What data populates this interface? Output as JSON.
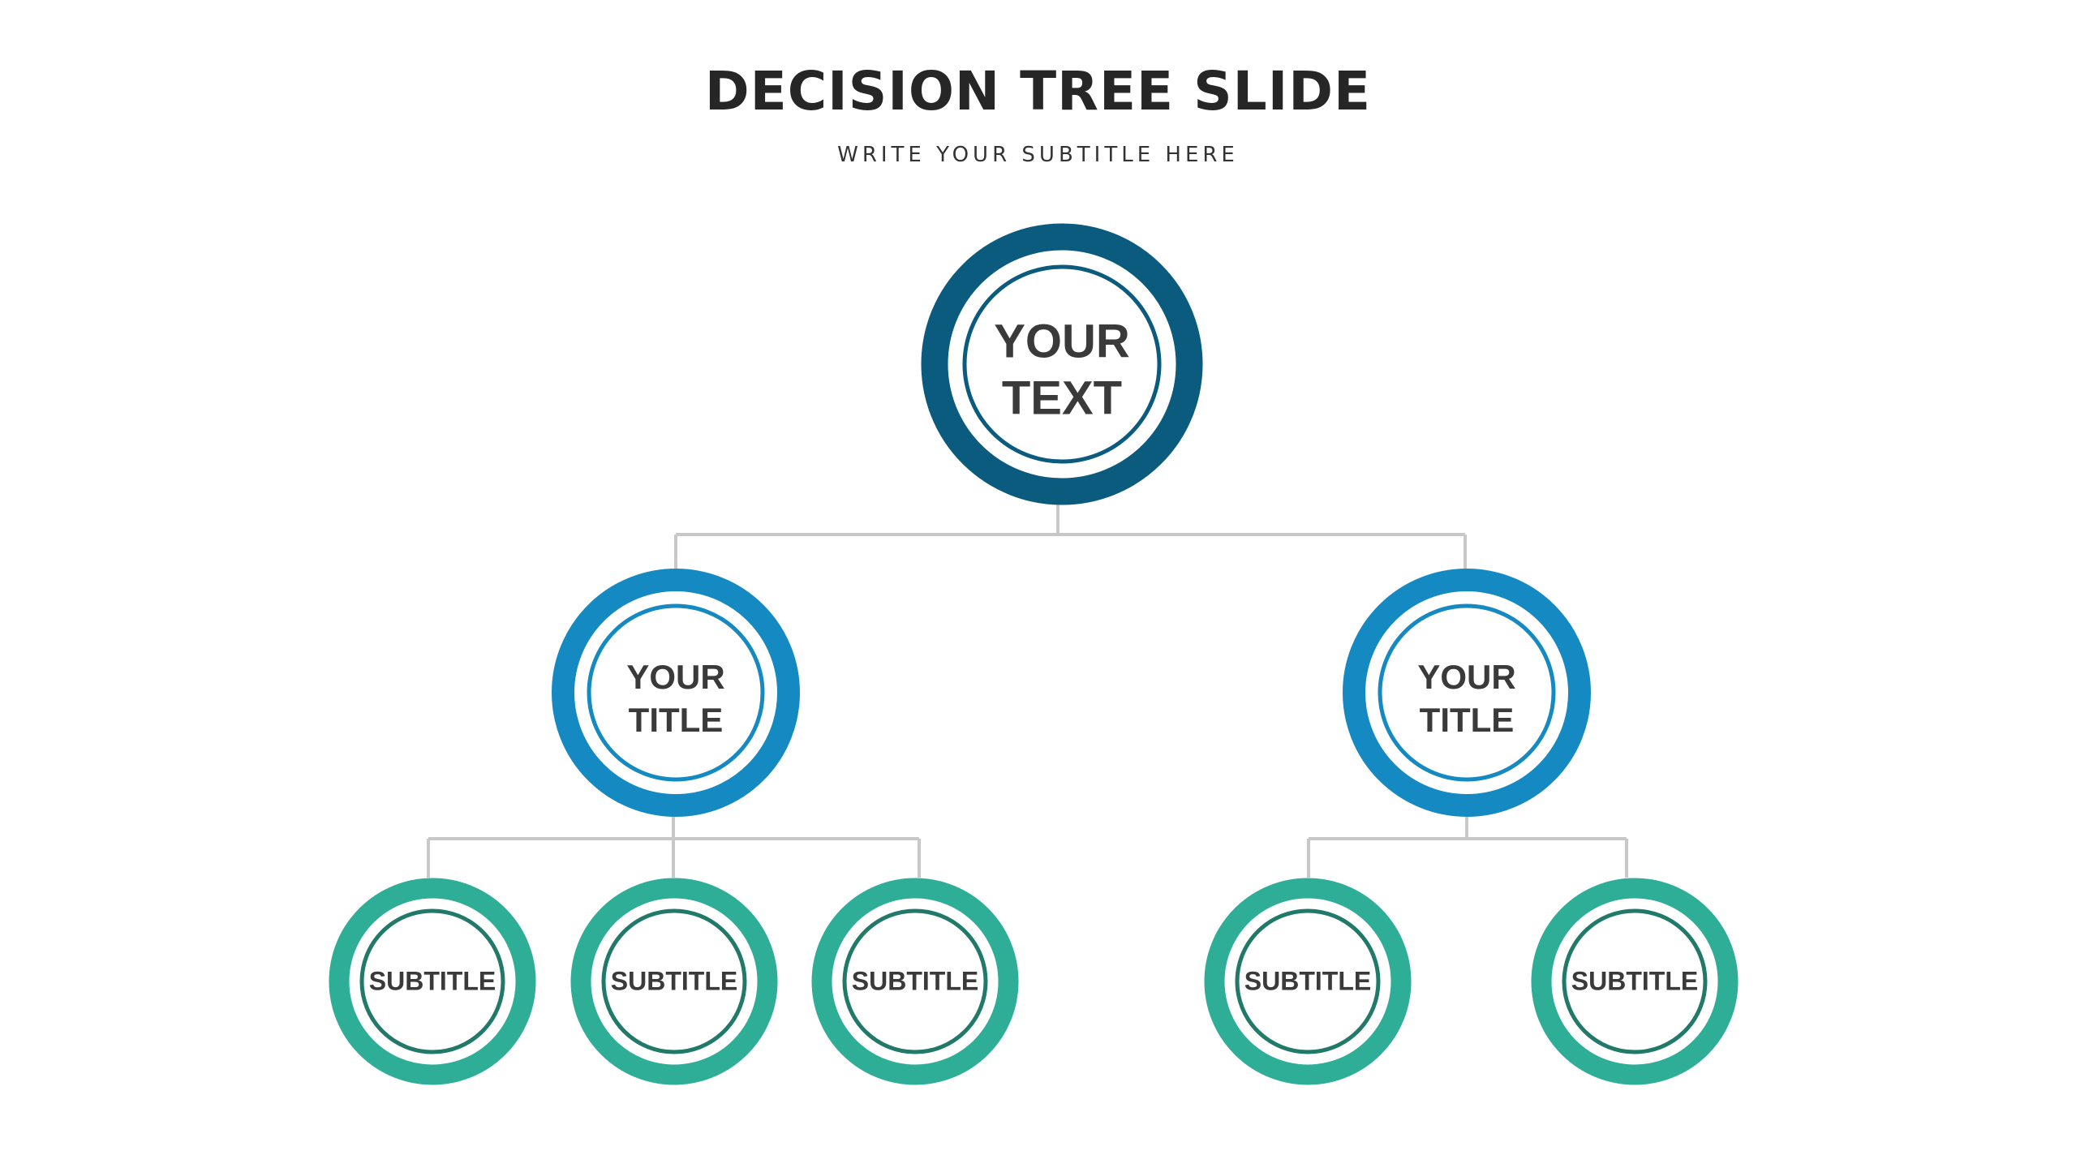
{
  "header": {
    "title": "DECISION TREE SLIDE",
    "subtitle": "WRITE YOUR SUBTITLE HERE"
  },
  "colors": {
    "root": "#0b5b7f",
    "branch": "#1589c1",
    "leaf": "#2eae96",
    "leaf_inner": "#217a69",
    "connector": "#c8c8c8",
    "text": "#3a3a3a"
  },
  "tree": {
    "root": {
      "line1": "YOUR",
      "line2": "TEXT"
    },
    "branches": [
      {
        "line1": "YOUR",
        "line2": "TITLE",
        "leaves": [
          {
            "label": "SUBTITLE"
          },
          {
            "label": "SUBTITLE"
          },
          {
            "label": "SUBTITLE"
          }
        ]
      },
      {
        "line1": "YOUR",
        "line2": "TITLE",
        "leaves": [
          {
            "label": "SUBTITLE"
          },
          {
            "label": "SUBTITLE"
          }
        ]
      }
    ]
  }
}
